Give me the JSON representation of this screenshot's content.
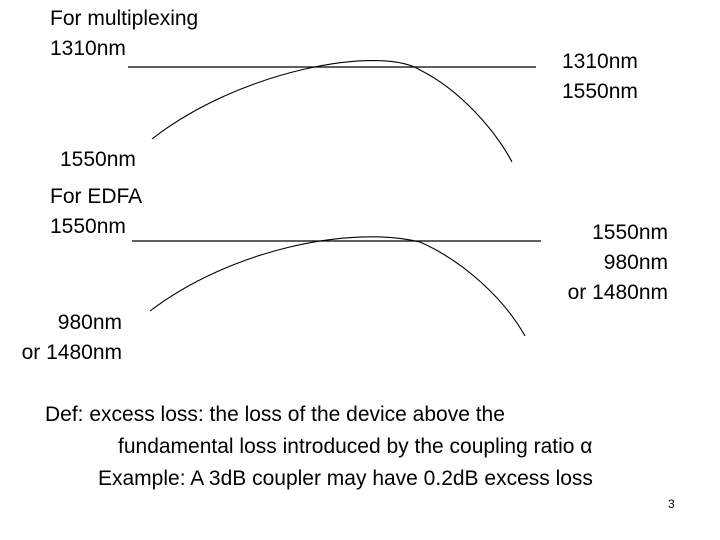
{
  "mux": {
    "heading": "For multiplexing",
    "input_label": "1310nm",
    "output_labels": [
      "1310nm",
      "1550nm"
    ],
    "branch_label": "1550nm"
  },
  "edfa": {
    "heading": "For EDFA",
    "input_label": "1550nm",
    "output_labels": [
      "1550nm",
      "980nm",
      "or 1480nm"
    ],
    "branch_labels": [
      "980nm",
      "or 1480nm"
    ]
  },
  "definition": {
    "line1": "Def: excess loss: the loss of the device above the",
    "line2": "fundamental loss introduced by the coupling ratio α",
    "line3": "Example: A 3dB coupler may have 0.2dB excess loss"
  },
  "page_number": "3"
}
